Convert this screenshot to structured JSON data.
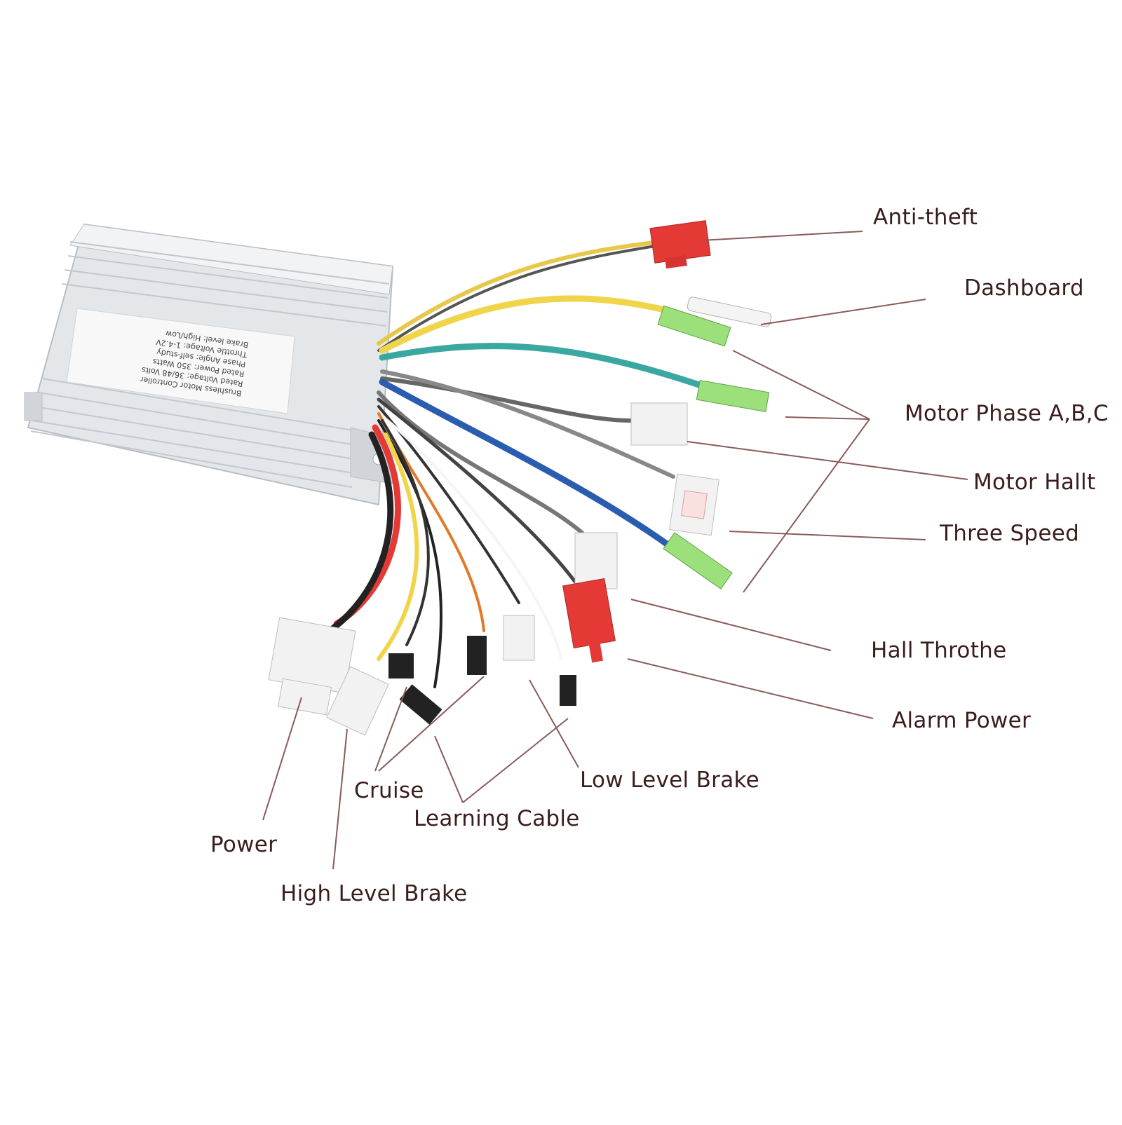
{
  "labels": {
    "anti_theft": "Anti-theft",
    "dashboard": "Dashboard",
    "motor_phase": "Motor Phase A,B,C",
    "motor_hall": "Motor Hallt",
    "three_speed": "Three Speed",
    "hall_throttle": "Hall Throthe",
    "alarm_power": "Alarm Power",
    "low_level_brake": "Low Level Brake",
    "learning_cable": "Learning Cable",
    "cruise": "Cruise",
    "power": "Power",
    "high_level_brake": "High Level Brake"
  },
  "controller_label": {
    "line1": "Brushless Motor Controller",
    "line2": "Rated Voltage: 36/48 Volts",
    "line3": "Rated Power: 350 Watts",
    "line4": "Phase Angle: self-study",
    "line5": "Throttle Voltage: 1-4.2V",
    "line6": "Brake level: High/Low"
  },
  "colors": {
    "leader_line": "#8a5a5a",
    "label_text": "#3a1d1d",
    "red_connector": "#e53935",
    "green_connector": "#9be07a",
    "white_connector": "#f2f2f2",
    "black_connector": "#222222",
    "case": "#d9dde2"
  }
}
